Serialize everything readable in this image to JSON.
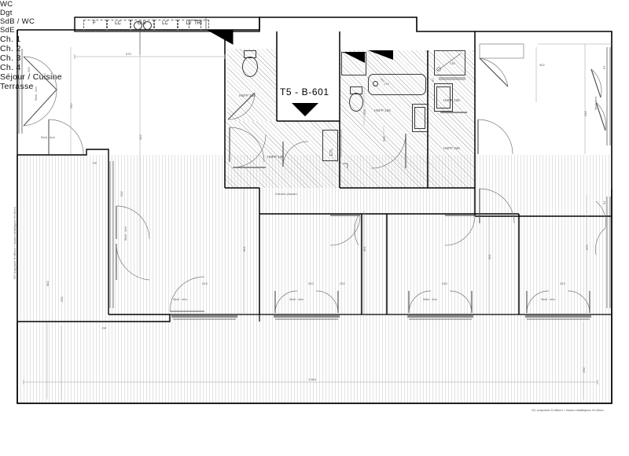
{
  "plan": {
    "title": "T5 - B-601",
    "rooms": [
      {
        "key": "sejour_cuisine",
        "label": "Séjour / Cuisine"
      },
      {
        "key": "wc",
        "label": "WC",
        "hsfp": "HSFP 230"
      },
      {
        "key": "dgt",
        "label": "Dgt",
        "hsfp": "HSFP 235"
      },
      {
        "key": "sdb_wc",
        "label": "SdB / WC",
        "hsfp": "HSFP 235"
      },
      {
        "key": "sde",
        "label": "SdE",
        "hsfp": "HSFP 235"
      },
      {
        "key": "ch1",
        "label": "Ch. 1"
      },
      {
        "key": "ch2",
        "label": "Ch. 2"
      },
      {
        "key": "ch3",
        "label": "Ch. 3"
      },
      {
        "key": "ch4",
        "label": "Ch. 4"
      },
      {
        "key": "terrasse",
        "label": "Terrasse"
      }
    ],
    "appliances": [
      {
        "key": "f",
        "label": "F"
      },
      {
        "key": "lc1",
        "label": "LC"
      },
      {
        "key": "cui",
        "label": "CUI"
      },
      {
        "key": "lc2",
        "label": "LC"
      },
      {
        "key": "lv",
        "label": "LV"
      },
      {
        "key": "tri",
        "label": "TRI"
      }
    ],
    "annotations": {
      "etl": "ETL",
      "volume_placard": "Volume placard",
      "hsfp_corridor": "HSFP 245",
      "guardrail_left": "GC maçonné H=86cm + lisses métalliques H=16cm",
      "guardrail_bottom": "GC maçonné H=86cm + lisses métalliques H=16cm",
      "seuil": "Seuil : 4cm",
      "pp": "PP"
    },
    "dimensions": {
      "sejour_top": "570",
      "sejour_left_v": "262",
      "sejour_inner_v": "412",
      "terrasse_width": "1 664",
      "terrasse_left_v": "682",
      "terrasse_left_v2": "232",
      "terrasse_right_v": "232",
      "ch1_top": "302",
      "ch1_right_v": "346",
      "ch2_right_v": "375",
      "ch4_v": "361",
      "ch3_v": "361",
      "ch4_right_v": "361",
      "ch3_right_v": "361",
      "door_w1": "243",
      "door_w2": "243",
      "door_w3": "243",
      "door_w4": "243",
      "door_w5": "202",
      "door_w6": "242",
      "sdb_v1": "203",
      "sdb_v2": "245",
      "sde_w": "130",
      "sde_h": "97",
      "win_ch1_v": "97",
      "win_ch2_v": "91",
      "bath_w": "170"
    }
  }
}
